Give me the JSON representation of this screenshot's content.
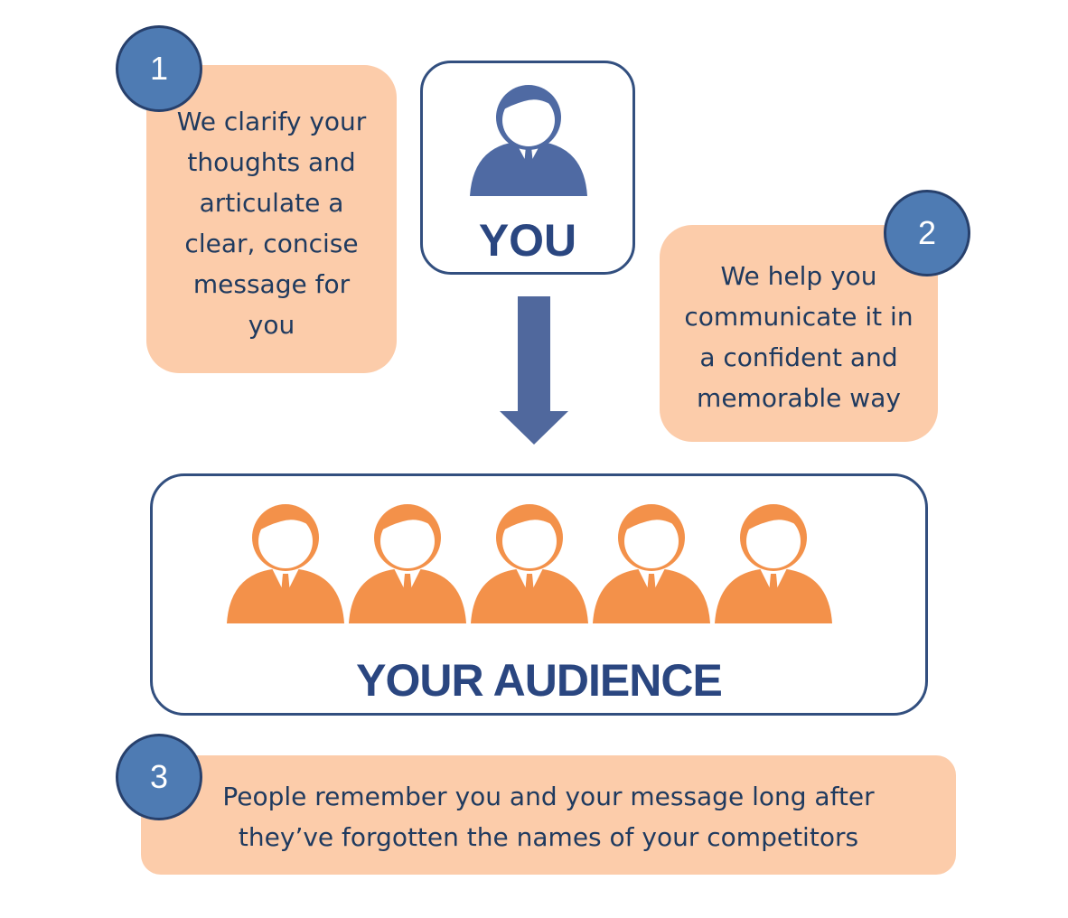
{
  "colors": {
    "note_fill": "#fcccaa",
    "badge_fill": "#4e7bb3",
    "frame_border": "#324f7f",
    "you_figure": "#4f6aa3",
    "audience_figure": "#f3914a",
    "arrow": "#50689d",
    "heading_text": "#2a4680",
    "note_text": "#1f3a5f"
  },
  "you": {
    "label": "YOU",
    "icon": "person-icon"
  },
  "audience": {
    "label": "YOUR AUDIENCE",
    "icon": "person-icon",
    "member_count": 5
  },
  "arrow": {
    "icon": "arrow-down-icon"
  },
  "steps": [
    {
      "number": "1",
      "lines": [
        "We clarify your",
        "thoughts and",
        "articulate a",
        "clear, concise",
        "message for",
        "you"
      ]
    },
    {
      "number": "2",
      "lines": [
        "We help you",
        "communicate it in",
        "a confident and",
        "memorable way"
      ]
    },
    {
      "number": "3",
      "lines": [
        "People remember you and your message long after",
        "they’ve forgotten the names of your competitors"
      ]
    }
  ]
}
